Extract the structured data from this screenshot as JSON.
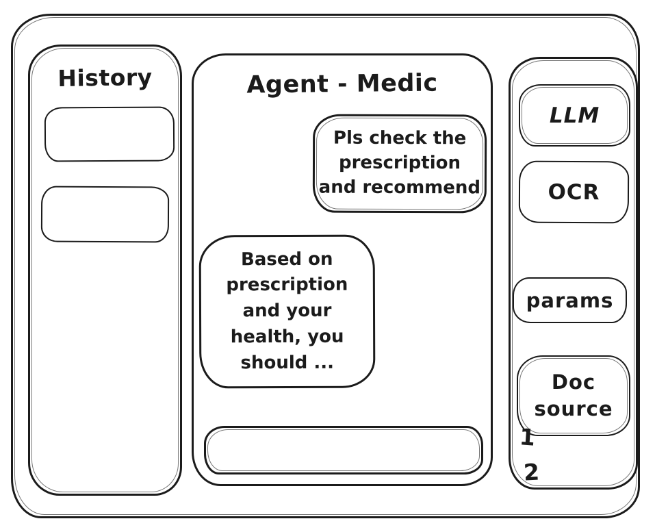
{
  "colors": {
    "ink": "#1b1b1b",
    "background": "#ffffff"
  },
  "history_panel": {
    "title": "History",
    "items": [
      "",
      ""
    ]
  },
  "chat_panel": {
    "title": "Agent - Medic",
    "messages": [
      {
        "role": "user",
        "text": "Pls check the\nprescription\nand recommend"
      },
      {
        "role": "agent",
        "text": "Based on\nprescription\nand your\nhealth, you\nshould ..."
      }
    ],
    "input_value": ""
  },
  "tools_panel": {
    "buttons": [
      {
        "id": "llm",
        "label": "LLM"
      },
      {
        "id": "ocr",
        "label": "OCR"
      },
      {
        "id": "params",
        "label": "params"
      },
      {
        "id": "doc-source",
        "label": "Doc source"
      }
    ],
    "doc_source_items": [
      "1",
      "2"
    ]
  }
}
